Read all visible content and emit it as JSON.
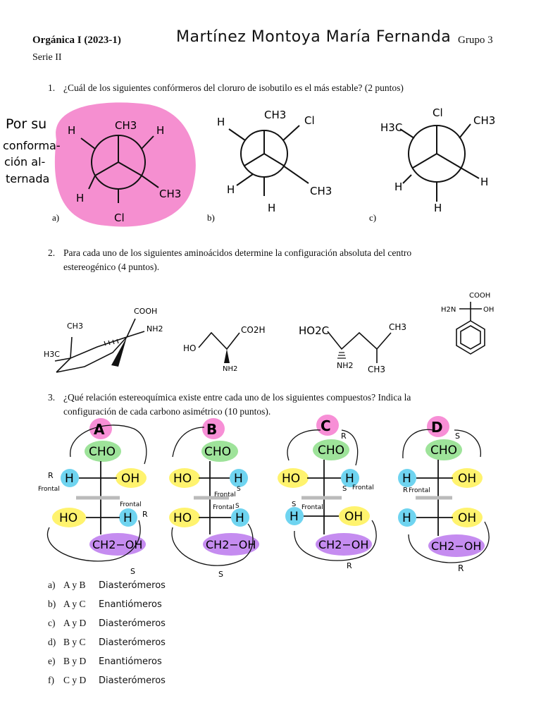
{
  "header": {
    "course": "Orgánica I  (2023-1)",
    "series": "Serie II",
    "student_name": "Martínez Montoya María Fernanda",
    "group": "Grupo 3"
  },
  "q1": {
    "number": "1.",
    "text": "¿Cuál de los siguientes confórmeros del cloruro de isobutilo es el más estable? (2 puntos)",
    "note_lines": [
      "Por su",
      "conforma-",
      "ción al-",
      "ternada"
    ],
    "labels": {
      "a": "a)",
      "b": "b)",
      "c": "c)"
    },
    "newman_a": {
      "top": "CH3",
      "top_left": "H",
      "top_right": "H",
      "bottom_left": "H",
      "bottom_right": "CH3",
      "bottom": "Cl"
    },
    "newman_b": {
      "top": "CH3",
      "top_left": "H",
      "top_right": "Cl",
      "bottom_left": "H",
      "bottom_right": "CH3",
      "bottom": "H"
    },
    "newman_c": {
      "top": "Cl",
      "top_left": "H3C",
      "top_right": "CH3",
      "bottom_left": "H",
      "bottom_right": "H",
      "bottom": "H"
    },
    "colors": {
      "highlight": "#f58fd0"
    }
  },
  "q2": {
    "number": "2.",
    "text_line1": "Para cada uno de los siguientes aminoácidos determine la configuración absoluta del centro",
    "text_line2": "estereogénico (4 puntos).",
    "mol1": {
      "cooh": "COOH",
      "nh2": "NH2",
      "ch3a": "CH3",
      "ch3b": "H3C"
    },
    "mol2": {
      "ho": "HO",
      "co2h": "CO2H",
      "nh2": "NH2"
    },
    "mol3": {
      "hooc": "HO2C",
      "ch3a": "CH3",
      "nh2": "NH2",
      "ch3b": "CH3"
    },
    "mol4": {
      "cooh": "COOH",
      "h2n": "H2N",
      "oh": "OH"
    }
  },
  "q3": {
    "number": "3.",
    "text_line1": "¿Qué relación estereoquímica existe entre cada uno de los siguientes compuestos? Indica la",
    "text_line2": "configuración de cada carbono asimétrico (10 puntos).",
    "structures": [
      {
        "letter": "A",
        "top": "CHO",
        "left1": "H",
        "right1": "OH",
        "left2": "HO",
        "right2": "H",
        "bottom": "CH2−OH",
        "conf1": "R",
        "conf2": "R",
        "frontal1": "Frontal",
        "frontal2": "Frontal",
        "rot2": "S"
      },
      {
        "letter": "B",
        "top": "CHO",
        "left1": "HO",
        "right1": "H",
        "left2": "HO",
        "right2": "H",
        "bottom": "CH2−OH",
        "conf1": "S",
        "conf2": "S",
        "frontal1": "Frontal",
        "frontal2": "Frontal",
        "rot2": "S"
      },
      {
        "letter": "C",
        "top": "CHO",
        "left1": "HO",
        "right1": "H",
        "left2": "H",
        "right2": "OH",
        "bottom": "CH2−OH",
        "conf1": "S",
        "conf2": "S",
        "frontal1": "Frontal",
        "frontal2": "Frontal",
        "rot1": "R",
        "rot2": "R"
      },
      {
        "letter": "D",
        "top": "CHO",
        "left1": "H",
        "right1": "OH",
        "left2": "H",
        "right2": "OH",
        "bottom": "CH2−OH",
        "conf1": "R",
        "frontal1": "Frontal",
        "rot1": "S",
        "rot2": "R"
      }
    ],
    "options": [
      {
        "label": "a)",
        "pair": "A y B",
        "answer": "Diasterómeros"
      },
      {
        "label": "b)",
        "pair": "A y C",
        "answer": "Enantiómeros"
      },
      {
        "label": "c)",
        "pair": "A y D",
        "answer": "Diasterómeros"
      },
      {
        "label": "d)",
        "pair": "B y C",
        "answer": "Diasterómeros"
      },
      {
        "label": "e)",
        "pair": "B y D",
        "answer": "Enantiómeros"
      },
      {
        "label": "f)",
        "pair": "C y D",
        "answer": "Diasterómeros"
      }
    ],
    "colors": {
      "letter": "#f78fd6",
      "cho": "#9ee39a",
      "oh": "#fff36e",
      "h": "#6fd4f0",
      "ch2oh": "#c58cf0"
    }
  }
}
